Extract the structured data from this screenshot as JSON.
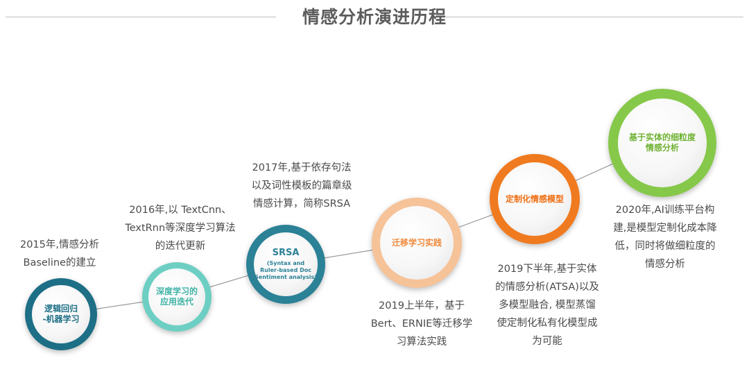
{
  "title": "情感分析演进历程",
  "colors": {
    "node1": "#1d6f86",
    "node2": "#6dcfc3",
    "node3": "#2b8196",
    "node4": "#f6c298",
    "node5": "#f07a1f",
    "node6": "#86c84a"
  },
  "stages": [
    {
      "label": "逻辑回归\n-机器学习",
      "description": "2015年,情感分析\nBaseline的建立"
    },
    {
      "label": "深度学习的\n应用迭代",
      "description": "2016年,以 TextCnn、\nTextRnn等深度学习算法\n的迭代更新"
    },
    {
      "label": "SRSA",
      "sublabel": "(Syntax and\nRuler-based Doc\nSentiment analysis)",
      "description": "2017年,基于依存句法\n以及词性模板的篇章级\n情感计算，简称SRSA"
    },
    {
      "label": "迁移学习实践",
      "description": "2019上半年，基于\nBert、ERNIE等迁移学\n习算法实践"
    },
    {
      "label": "定制化情感模型",
      "description": "2019下半年,基于实体\n的情感分析(ATSA)以及\n多模型融合, 模型蒸馏\n使定制化私有化模型成\n为可能"
    },
    {
      "label": "基于实体的细粒度\n情感分析",
      "description": "2020年,AI训练平台构\n建,是模型定制化成本降\n低，同时将做细粒度的\n情感分析"
    }
  ]
}
